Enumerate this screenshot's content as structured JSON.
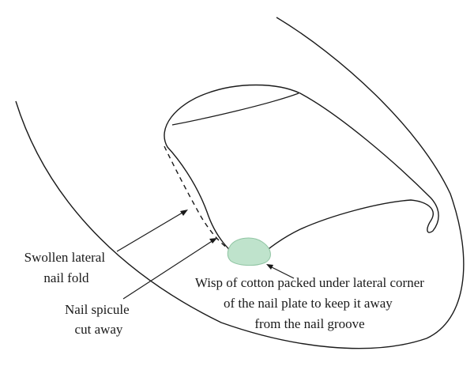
{
  "labels": {
    "swollen_fold": [
      "Swollen lateral",
      "nail fold"
    ],
    "spicule": [
      "Nail spicule",
      "cut away"
    ],
    "cotton": [
      "Wisp of cotton packed under lateral corner",
      "of the nail plate to keep it away",
      "from the nail groove"
    ]
  },
  "colors": {
    "line": "#1a1a1a",
    "cotton_fill": "#bfe3cc",
    "cotton_stroke": "#8fc4a2"
  }
}
